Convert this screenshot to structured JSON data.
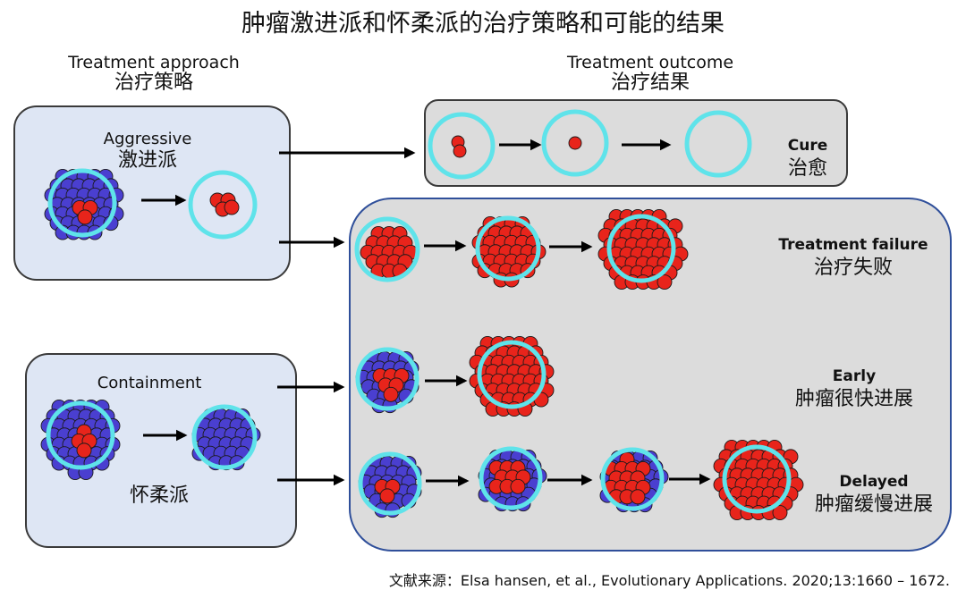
{
  "title": "肿瘤激进派和怀柔派的治疗策略和可能的结果",
  "headers": {
    "approach_en": "Treatment approach",
    "approach_zh": "治疗策略",
    "outcome_en": "Treatment outcome",
    "outcome_zh": "治疗结果"
  },
  "strategies": {
    "aggressive_en": "Aggressive",
    "aggressive_zh": "激进派",
    "containment_en": "Containment",
    "containment_zh": "怀柔派"
  },
  "outcomes": {
    "cure_en": "Cure",
    "cure_zh": "治愈",
    "failure_en": "Treatment failure",
    "failure_zh": "治疗失败",
    "early_en": "Early",
    "early_zh": "肿瘤很快进展",
    "delayed_en": "Delayed",
    "delayed_zh": "肿瘤缓慢进展"
  },
  "citation": "文献来源：Elsa hansen, et al., Evolutionary Applications. 2020;13:1660 – 1672.",
  "colors": {
    "resistant_cell": "#e8241b",
    "sensitive_cell": "#4a3fd0",
    "treatment_ring": "#5fe3ea",
    "strategy_box": "#dee6f4",
    "outcome_box": "#dcdcdc"
  }
}
